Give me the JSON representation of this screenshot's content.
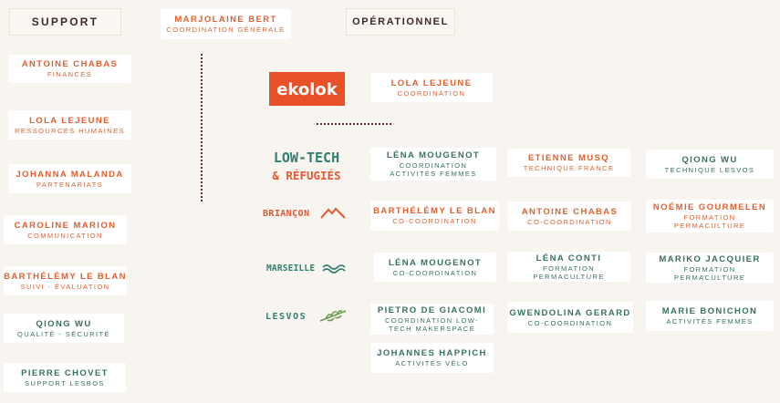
{
  "headers": {
    "support": "SUPPORT",
    "operationnel": "OPÉRATIONNEL"
  },
  "director": {
    "name": "MARJOLAINE BERT",
    "role": "COORDINATION GÉNÉRALE"
  },
  "support": [
    {
      "name": "ANTOINE CHABAS",
      "role": "FINANCES"
    },
    {
      "name": "LOLA LEJEUNE",
      "role": "RESSOURCES HUMAINES"
    },
    {
      "name": "JOHANNA MALANDA",
      "role": "PARTENARIATS"
    },
    {
      "name": "CAROLINE MARION",
      "role": "COMMUNICATION"
    },
    {
      "name": "BARTHÉLÉMY LE BLAN",
      "role": "SUIVI - ÉVALUATION"
    },
    {
      "name": "QIONG WU",
      "role": "QUALITÉ - SÉCURITÉ"
    },
    {
      "name": "PIERRE CHOVET",
      "role": "SUPPORT LESBOS"
    }
  ],
  "logos": {
    "ekolok": "ekolok",
    "lowtech_line1": "LOW-TECH",
    "lowtech_line2": "& RÉFUGIÉS",
    "briancon": "BRIANÇON",
    "marseille": "MARSEILLE",
    "lesvos": "LESVOS"
  },
  "ekolok": {
    "name": "LOLA LEJEUNE",
    "role": "COORDINATION"
  },
  "lowtech": [
    {
      "name": "LÉNA MOUGENOT",
      "role": "COORDINATION ACTIVITÉS FEMMES"
    },
    {
      "name": "ETIENNE MUSQ",
      "role": "TECHNIQUE FRANCE"
    },
    {
      "name": "QIONG WU",
      "role": "TECHNIQUE LESVOS"
    }
  ],
  "briancon": [
    {
      "name": "BARTHÉLÉMY LE BLAN",
      "role": "CO-COORDINATION"
    },
    {
      "name": "ANTOINE CHABAS",
      "role": "CO-COORDINATION"
    },
    {
      "name": "NOÉMIE GOURMELEN",
      "role": "FORMATION PERMACULTURE"
    }
  ],
  "marseille": [
    {
      "name": "LÉNA MOUGENOT",
      "role": "CO-COORDINATION"
    },
    {
      "name": "LÉNA CONTI",
      "role": "FORMATION PERMACULTURE"
    },
    {
      "name": "MARIKO JACQUIER",
      "role": "FORMATION PERMACULTURE"
    }
  ],
  "lesvos": [
    {
      "name": "PIETRO DE GIACOMI",
      "role": "COORDINATION LOW-TECH MAKERSPACE"
    },
    {
      "name": "GWENDOLINA GERARD",
      "role": "CO-COORDINATION"
    },
    {
      "name": "MARIE BONICHON",
      "role": "ACTIVITÉS FEMMES"
    },
    {
      "name": "JOHANNES HAPPICH",
      "role": "ACTIVITÉS VÉLO"
    }
  ],
  "colors": {
    "orange": "#e06030",
    "teal": "#3a7060",
    "dark": "#3c2a26",
    "ekolok_bg": "#e8502a"
  }
}
